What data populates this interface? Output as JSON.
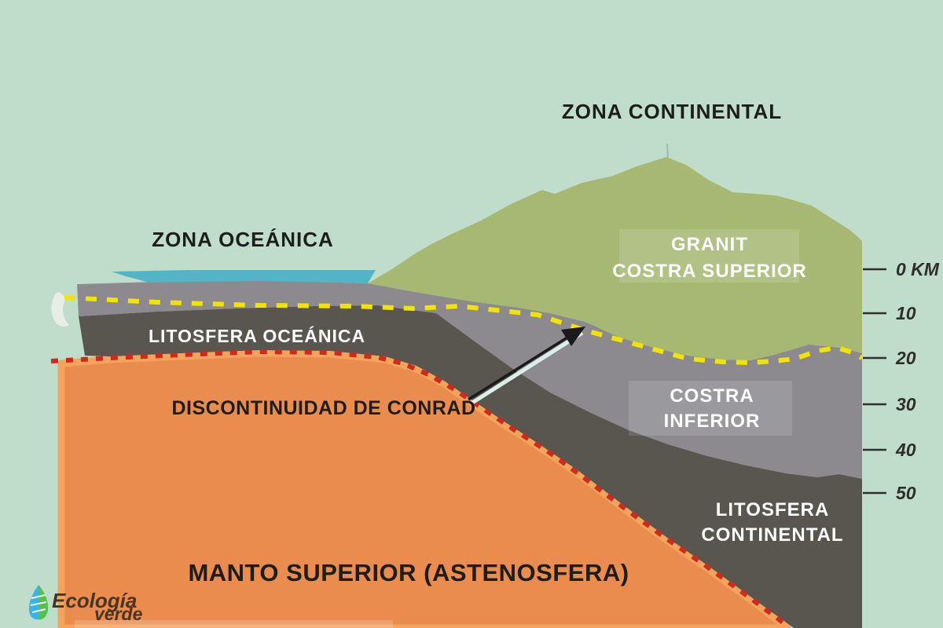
{
  "zones": {
    "continental": "ZONA CONTINENTAL",
    "oceanica": "ZONA OCEÁNICA"
  },
  "labels": {
    "granit_line1": "GRANIT",
    "granit_line2": "COSTRA SUPERIOR",
    "litosfera_oceanica": "LITOSFERA OCEÁNICA",
    "conrad": "DISCONTINUIDAD DE CONRAD",
    "costra_inferior_line1": "COSTRA",
    "costra_inferior_line2": "INFERIOR",
    "litosfera_continental_line1": "LITOSFERA",
    "litosfera_continental_line2": "CONTINENTAL",
    "manto": "MANTO SUPERIOR (ASTENOSFERA)"
  },
  "depth_scale": {
    "ticks": [
      "0 KM",
      "10",
      "20",
      "30",
      "40",
      "50"
    ]
  },
  "logo": {
    "word1": "Ecología",
    "word2": "verde"
  },
  "colors": {
    "background": "#c0ddcb",
    "sea": "#53b4c6",
    "mountain": "#a7b873",
    "crust_gray": "#8c8a8f",
    "lithosphere_gray": "#59554f",
    "mantle_orange": "#e98c4e",
    "mantle_edge": "#f3a35c",
    "conrad_yellow": "#f2e400",
    "moho_red": "#ce2b1c",
    "ink_dark": "#1d1d1b",
    "ink_light": "#ffffff",
    "overlay_box": "rgba(255,255,255,0.13)",
    "highlight_strip": "rgba(255,255,255,0.18)",
    "tick_color": "#2e2e2c",
    "logo_brown": "#4a3421",
    "leaf_blue": "#39b3e9",
    "leaf_green": "#56c04e",
    "trench_white": "#eceee9",
    "arrow_black": "#1a1a1a",
    "arrow_glint": "#d9efe8"
  }
}
